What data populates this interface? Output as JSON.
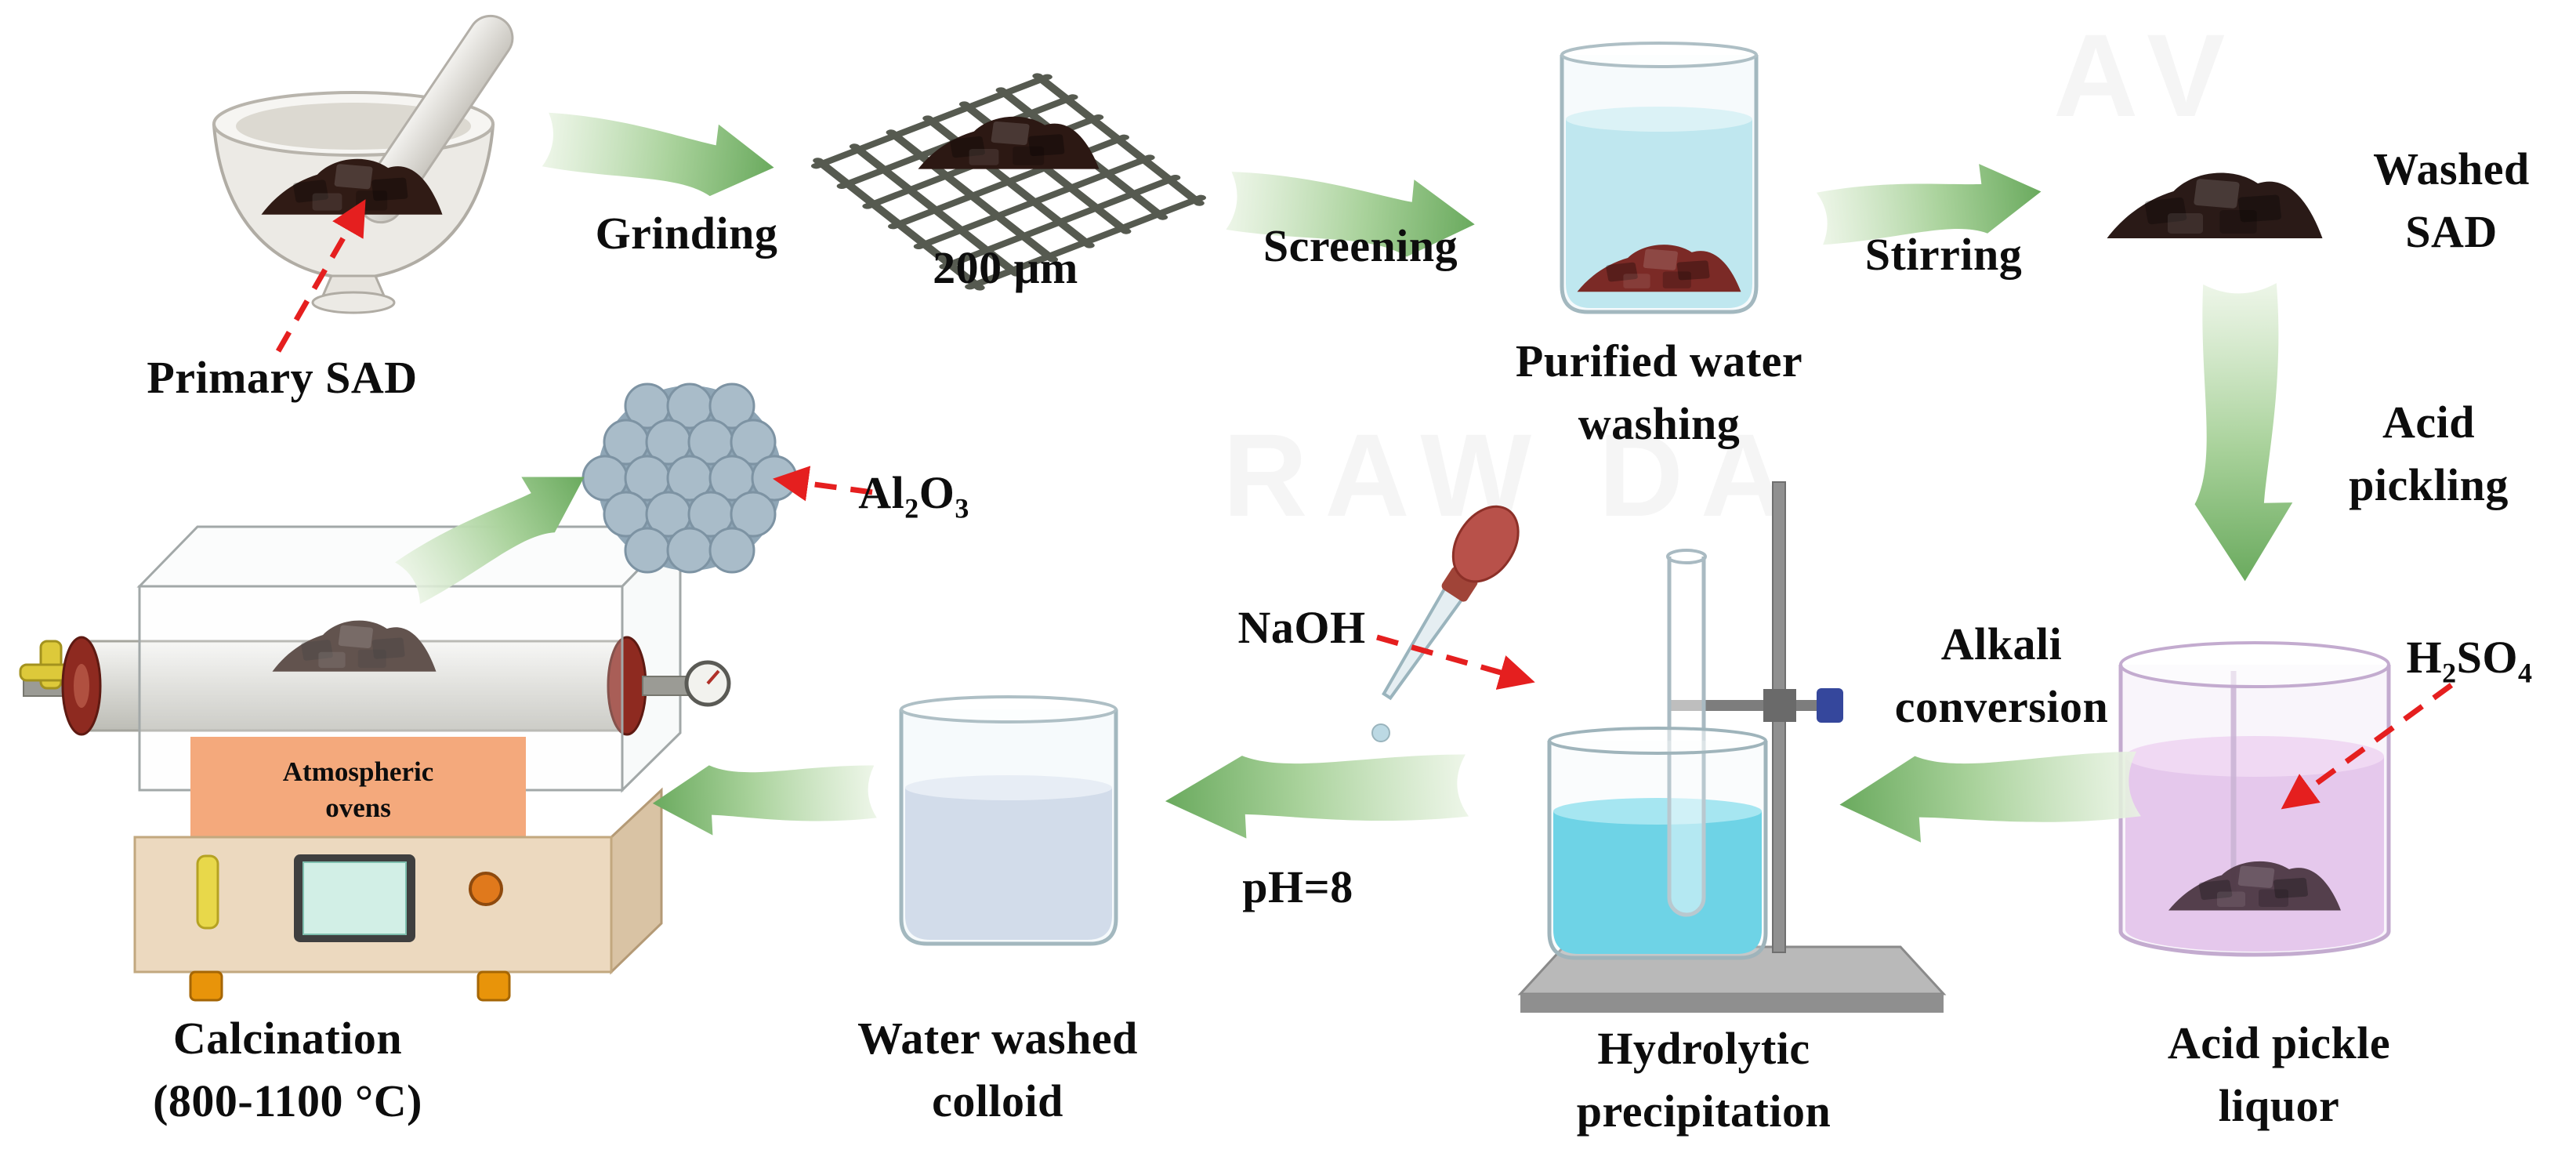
{
  "figure": {
    "description": "Process flow diagram: preparation of alumina from secondary aluminum dross (SAD)"
  },
  "labels": {
    "primary_sad": "Primary SAD",
    "grinding": "Grinding",
    "mesh_size": "200 μm",
    "screening": "Screening",
    "purified_water_washing": "Purified water\nwashing",
    "stirring": "Stirring",
    "washed_sad": "Washed\nSAD",
    "acid_pickling": "Acid\npickling",
    "acid_pickle_liquor": "Acid pickle\nliquor",
    "alkali_conversion": "Alkali\nconversion",
    "naoh": "NaOH",
    "ph": "pH=8",
    "hydrolytic_precipitation": "Hydrolytic\nprecipitation",
    "water_washed_colloid": "Water washed\ncolloid",
    "atmospheric_ovens": "Atmospheric\novens",
    "calcination": "Calcination\n(800-1100 °C)"
  },
  "formulas": {
    "h2so4": {
      "p1": "H",
      "s1": "2",
      "p2": "SO",
      "s2": "4"
    },
    "al2o3": {
      "p1": "Al",
      "s1": "2",
      "p2": "O",
      "s2": "3"
    }
  },
  "watermarks": [
    "RAW DA",
    "AV"
  ],
  "colors": {
    "text": "#0d0d0d",
    "arrow_green": "#6aaa5e",
    "arrow_mid": "#a9d29b",
    "arrow_light": "#eaf4e4",
    "dashed_red": "#e51f1f",
    "water_blue": "#bfe7ef",
    "cyan_liquid": "#45c8e0",
    "acid_purple": "#e3c3ea",
    "colloid_blue": "#d2dcea",
    "oven_orange": "#f4a97c",
    "alumina_gray": "#a9bcc9",
    "dark_residue": "#301b15"
  }
}
